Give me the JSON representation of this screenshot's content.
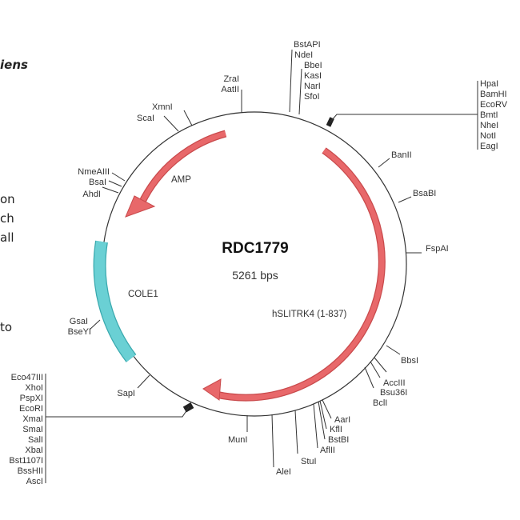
{
  "side_text": {
    "fragment_top": "iens",
    "fragments_mid": [
      "on",
      "ch",
      "all"
    ],
    "fragment_low": "to"
  },
  "plasmid": {
    "name": "RDC1779",
    "size": "5261 bps",
    "colors": {
      "gene": "#e8686a",
      "gene_stroke": "#c94a4c",
      "ori": "#6ad0d4",
      "ori_stroke": "#3aa9ae",
      "backbone": "#333333"
    },
    "features": [
      {
        "label": "AMP",
        "type": "gene",
        "direction": "ccw"
      },
      {
        "label": "hSLITRK4 (1-837)",
        "type": "gene",
        "direction": "cw"
      },
      {
        "label": "COLE1",
        "type": "ori"
      }
    ],
    "sites": {
      "top_group_a": [
        "BstAPI",
        "NdeI"
      ],
      "top_group_b": [
        "BbeI",
        "KasI",
        "NarI",
        "SfoI"
      ],
      "zrai_aatii": [
        "ZraI",
        "AatII"
      ],
      "xmni": "XmnI",
      "scai": "ScaI",
      "left_group": [
        "NmeAIII",
        "BsaI",
        "AhdI"
      ],
      "gsai_group": [
        "GsaI",
        "BseYI"
      ],
      "sapi": "SapI",
      "mcs_left": [
        "Eco47III",
        "XhoI",
        "PspXI",
        "EcoRI",
        "XmaI",
        "SmaI",
        "SalI",
        "XbaI",
        "Bst1107I",
        "BssHII",
        "AscI"
      ],
      "mcs_right": [
        "HpaI",
        "BamHI",
        "EcoRV",
        "BmtI",
        "NheI",
        "NotI",
        "EagI"
      ],
      "banii": "BanII",
      "bsabi": "BsaBI",
      "fspai": "FspAI",
      "bbsi": "BbsI",
      "acciii": "AccIII",
      "bsu36i": "Bsu36I",
      "bcli": "BclI",
      "aari": "AarI",
      "kfli": "KflI",
      "bstbi": "BstBI",
      "aflii": "AflII",
      "stui": "StuI",
      "alei": "AleI",
      "muni": "MunI"
    }
  }
}
